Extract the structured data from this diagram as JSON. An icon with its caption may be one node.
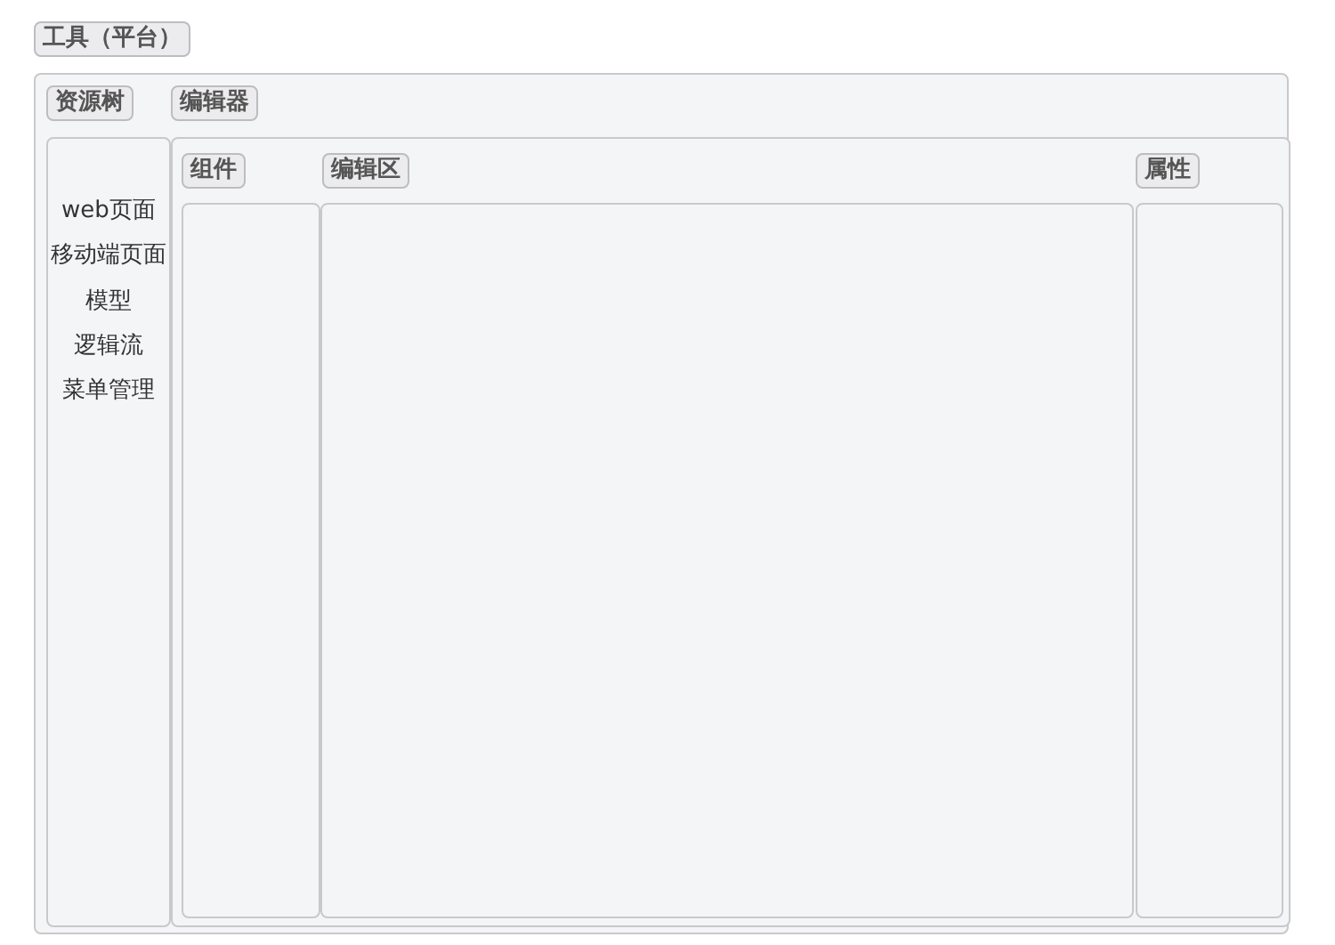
{
  "diagram": {
    "nodes": [
      {
        "text": [
          "工具（平台）"
        ]
      },
      {
        "text": [
          "资源树",
          "web页面",
          "移动端页面",
          "模型",
          "逻辑流",
          "菜单管理"
        ],
        "in": 0
      },
      {
        "text": [
          "编辑器"
        ],
        "in": 0
      },
      {
        "text": [
          "组件"
        ],
        "in": 2
      },
      {
        "text": [
          "编辑区"
        ],
        "in": 2
      },
      {
        "text": [
          "属性"
        ],
        "in": 2
      }
    ]
  }
}
